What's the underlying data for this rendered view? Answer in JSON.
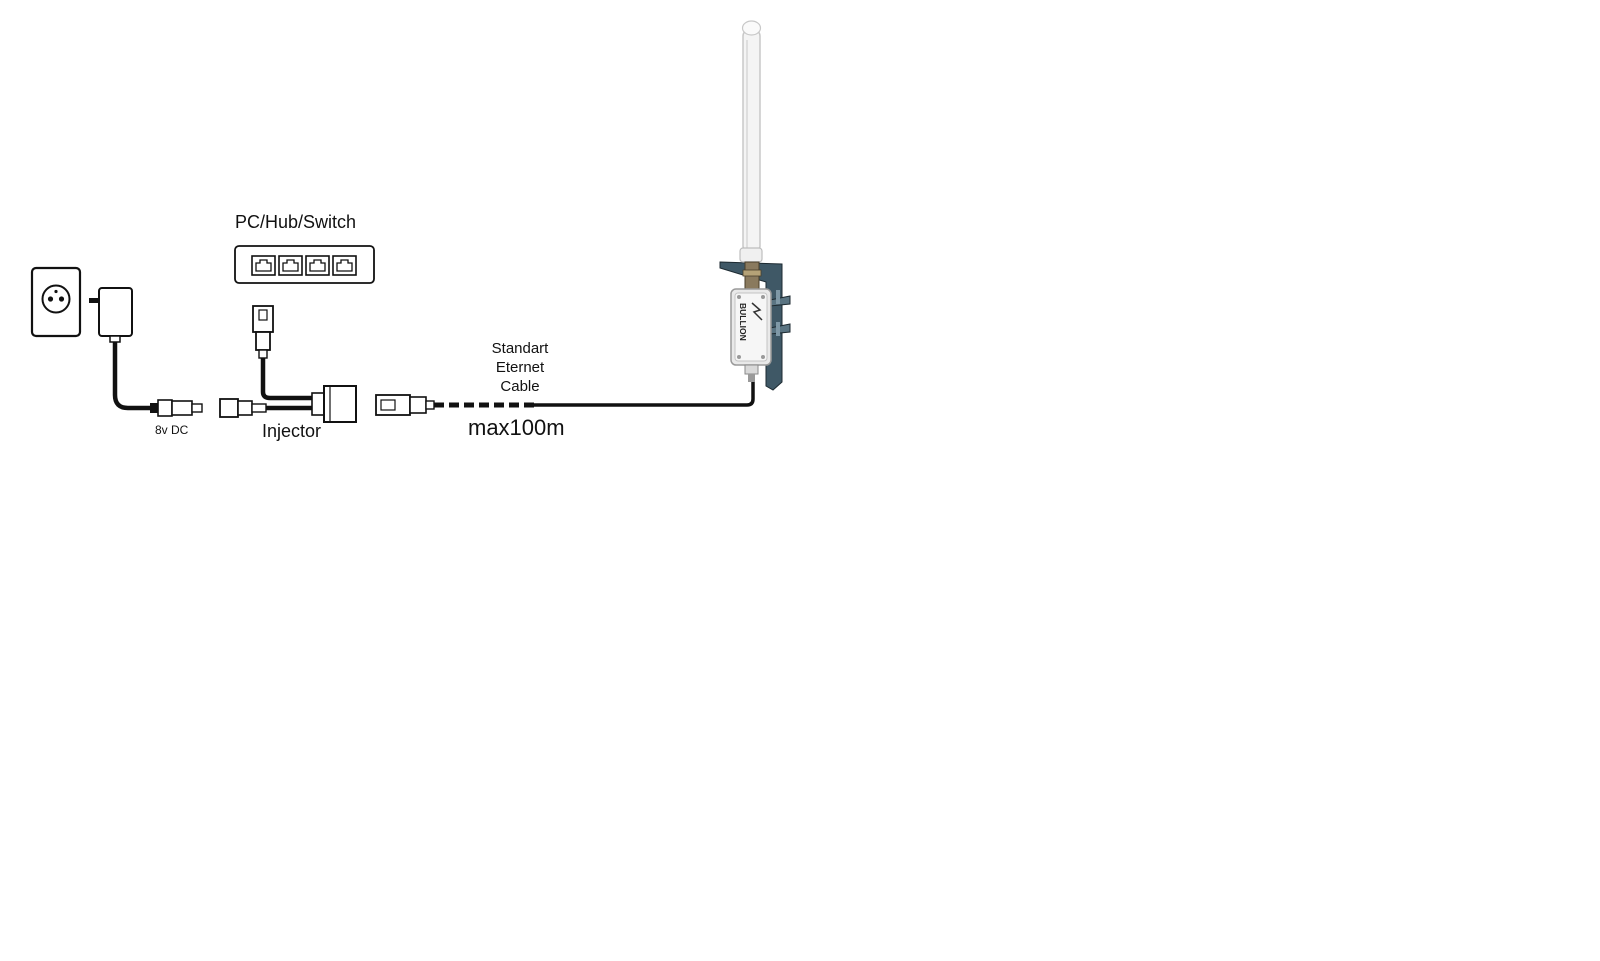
{
  "labels": {
    "pc_hub_switch": "PC/Hub/Switch",
    "dc_power": "8v DC",
    "injector": "Injector",
    "cable_line1": "Standart",
    "cable_line2": "Eternet",
    "cable_line3": "Cable",
    "max_length": "max100m"
  },
  "device": {
    "brand": "BULLION"
  },
  "switch": {
    "port_count": 4
  },
  "colors": {
    "line": "#111111",
    "bracket": "#3f5866",
    "antenna": "#f4f4f4"
  }
}
